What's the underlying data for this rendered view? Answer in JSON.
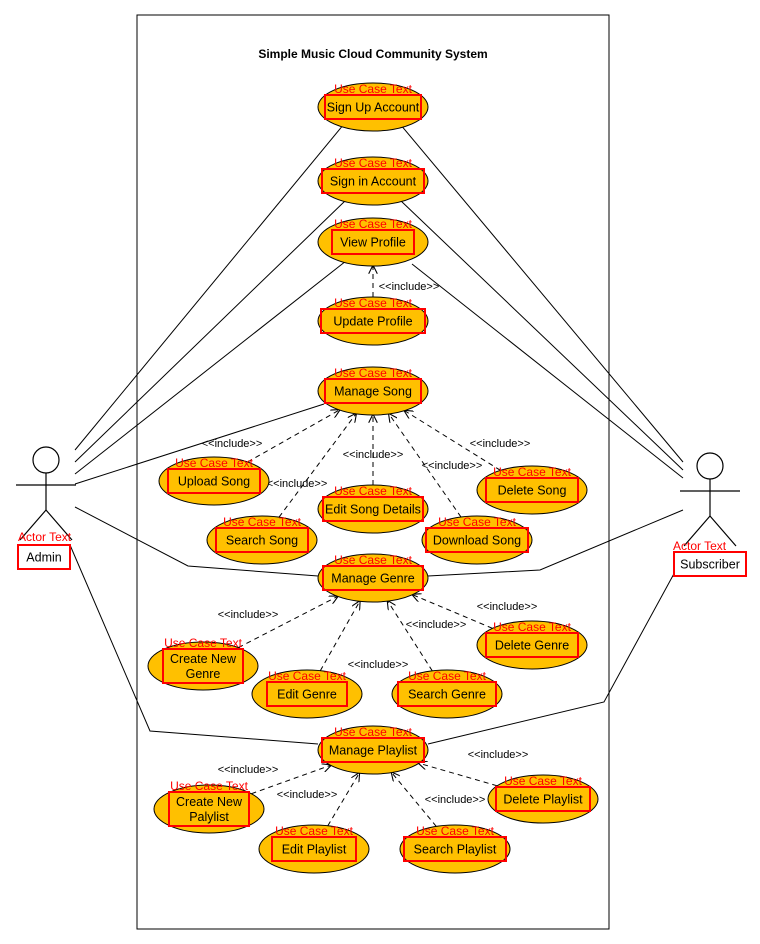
{
  "system": {
    "title": "Simple Music Cloud Community System"
  },
  "tags": {
    "use_case": "Use  Case  Text",
    "actor": "Actor  Text"
  },
  "relationship": {
    "include": "<<include>>"
  },
  "actors": [
    {
      "id": "admin",
      "name": "Admin"
    },
    {
      "id": "subscriber",
      "name": "Subscriber"
    }
  ],
  "use_cases": [
    {
      "id": "signup",
      "lines": [
        "Sign Up Account"
      ]
    },
    {
      "id": "signin",
      "lines": [
        "Sign in Account"
      ]
    },
    {
      "id": "viewprofile",
      "lines": [
        "View Profile"
      ]
    },
    {
      "id": "updateprofile",
      "lines": [
        "Update Profile"
      ]
    },
    {
      "id": "managesong",
      "lines": [
        "Manage Song"
      ]
    },
    {
      "id": "uploadsong",
      "lines": [
        "Upload Song"
      ]
    },
    {
      "id": "editsong",
      "lines": [
        "Edit Song Details"
      ]
    },
    {
      "id": "deletesong",
      "lines": [
        "Delete Song"
      ]
    },
    {
      "id": "searchsong",
      "lines": [
        "Search Song"
      ]
    },
    {
      "id": "downloadsong",
      "lines": [
        "Download Song"
      ]
    },
    {
      "id": "managegenre",
      "lines": [
        "Manage Genre"
      ]
    },
    {
      "id": "creategenre",
      "lines": [
        "Create New",
        "Genre"
      ]
    },
    {
      "id": "deletegenre",
      "lines": [
        "Delete Genre"
      ]
    },
    {
      "id": "editgenre",
      "lines": [
        "Edit Genre"
      ]
    },
    {
      "id": "searchgenre",
      "lines": [
        "Search Genre"
      ]
    },
    {
      "id": "manageplaylist",
      "lines": [
        "Manage Playlist"
      ]
    },
    {
      "id": "createplaylist",
      "lines": [
        "Create New",
        "Palylist"
      ]
    },
    {
      "id": "deleteplaylist",
      "lines": [
        "Delete Playlist"
      ]
    },
    {
      "id": "editplaylist",
      "lines": [
        "Edit Playlist"
      ]
    },
    {
      "id": "searchplaylist",
      "lines": [
        "Search Playlist"
      ]
    }
  ],
  "associations": [
    {
      "actor": "admin",
      "use_case": "signup"
    },
    {
      "actor": "admin",
      "use_case": "signin"
    },
    {
      "actor": "admin",
      "use_case": "viewprofile"
    },
    {
      "actor": "admin",
      "use_case": "managesong"
    },
    {
      "actor": "admin",
      "use_case": "managegenre"
    },
    {
      "actor": "admin",
      "use_case": "manageplaylist"
    },
    {
      "actor": "subscriber",
      "use_case": "signup"
    },
    {
      "actor": "subscriber",
      "use_case": "signin"
    },
    {
      "actor": "subscriber",
      "use_case": "viewprofile"
    },
    {
      "actor": "subscriber",
      "use_case": "managegenre"
    },
    {
      "actor": "subscriber",
      "use_case": "manageplaylist"
    }
  ],
  "includes": [
    {
      "from": "updateprofile",
      "to": "viewprofile"
    },
    {
      "from": "uploadsong",
      "to": "managesong"
    },
    {
      "from": "searchsong",
      "to": "managesong"
    },
    {
      "from": "editsong",
      "to": "managesong"
    },
    {
      "from": "downloadsong",
      "to": "managesong"
    },
    {
      "from": "deletesong",
      "to": "managesong"
    },
    {
      "from": "creategenre",
      "to": "managegenre"
    },
    {
      "from": "editgenre",
      "to": "managegenre"
    },
    {
      "from": "searchgenre",
      "to": "managegenre"
    },
    {
      "from": "deletegenre",
      "to": "managegenre"
    },
    {
      "from": "createplaylist",
      "to": "manageplaylist"
    },
    {
      "from": "editplaylist",
      "to": "manageplaylist"
    },
    {
      "from": "searchplaylist",
      "to": "manageplaylist"
    },
    {
      "from": "deleteplaylist",
      "to": "manageplaylist"
    }
  ],
  "colors": {
    "use_case_fill": "#ffc000",
    "highlight_box": "#ff0000",
    "tag_text": "#ff0000",
    "line": "#000000",
    "background": "#ffffff"
  }
}
